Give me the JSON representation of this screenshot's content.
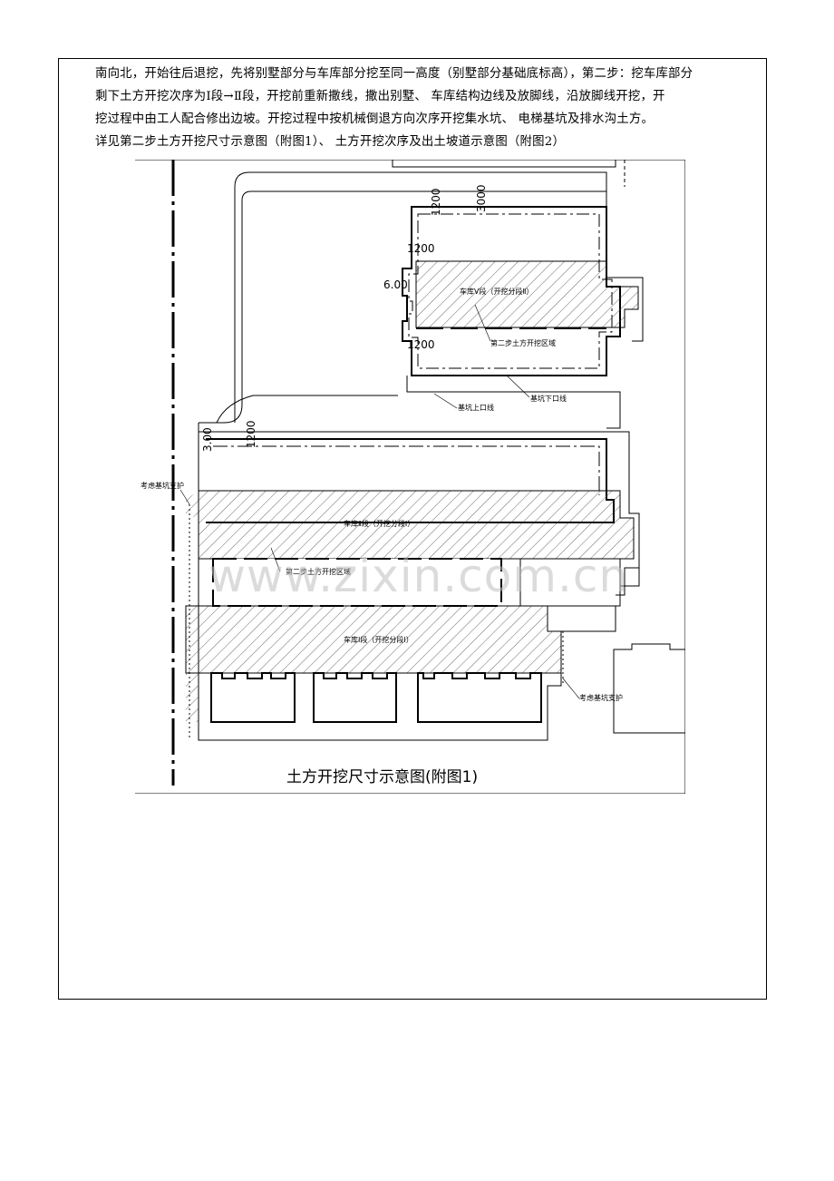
{
  "body": {
    "lines": [
      "南向北，开始往后退挖，先将别墅部分与车库部分挖至同一高度（别墅部分基础底标高），第二步：挖车库部分",
      "剩下土方开挖次序为Ⅰ段→Ⅱ段，开挖前重新撒线，撒出别墅、 车库结构边线及放脚线，沿放脚线开挖，开",
      "挖过程中由工人配合修出边坡。开挖过程中按机械倒退方向次序开挖集水坑、 电梯基坑及排水沟土方。",
      "详见第二步土方开挖尺寸示意图（附图1）、 土方开挖次序及出土坡道示意图（附图2）"
    ]
  },
  "figure": {
    "title": "土方开挖尺寸示意图(附图1)",
    "dim_3000": "3000",
    "dim_1200_top": "1200",
    "dim_1200_left_a": "1200",
    "dim_600": "6.00",
    "dim_1200_left_b": "1200",
    "dim_300": "3.00",
    "dim_1200_mid": "1200",
    "label_garage_v": "车库Ⅴ段（开挖分段Ⅱ）",
    "label_step2_a": "第二步土方开挖区域",
    "label_upper_line": "基坑上口线",
    "label_lower_line": "基坑下口线",
    "label_support_left": "考虑基坑支护",
    "label_garage_ii": "车库Ⅱ段（开挖分段Ⅰ）",
    "label_step2_b": "第二步土方开挖区域",
    "label_garage_i": "车库Ⅰ段（开挖分段Ⅰ）",
    "label_support_right": "考虑基坑支护",
    "watermark": "www.zixin.com.cn"
  }
}
